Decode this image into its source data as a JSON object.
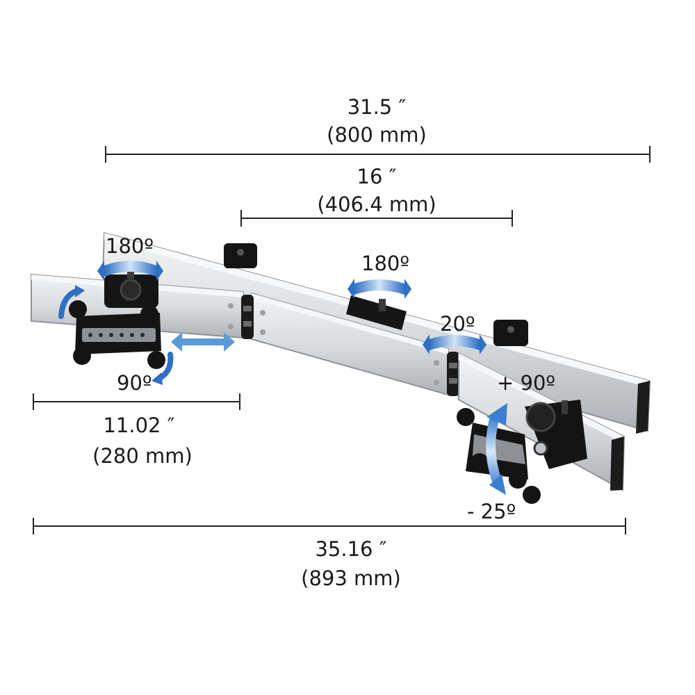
{
  "dimensions": {
    "overall_width": {
      "inch": "31.5 ″",
      "mm": "(800 mm)"
    },
    "center_span": {
      "inch": "16 ″",
      "mm": "(406.4 mm)"
    },
    "arm_extension": {
      "inch": "11.02 ″",
      "mm": "(280 mm)"
    },
    "max_reach": {
      "inch": "35.16 ″",
      "mm": "(893 mm)"
    }
  },
  "angles": {
    "left_swivel": "180º",
    "center_swivel": "180º",
    "right_swivel": "20º",
    "left_rotate": "90º",
    "tilt_up": "+ 90º",
    "tilt_down": "- 25º"
  },
  "colors": {
    "rail": "#d9dcdf",
    "rail_dark": "#a9adb1",
    "mount": "#151515",
    "arrow": "#3a78c9",
    "dimension_line": "#222222"
  }
}
